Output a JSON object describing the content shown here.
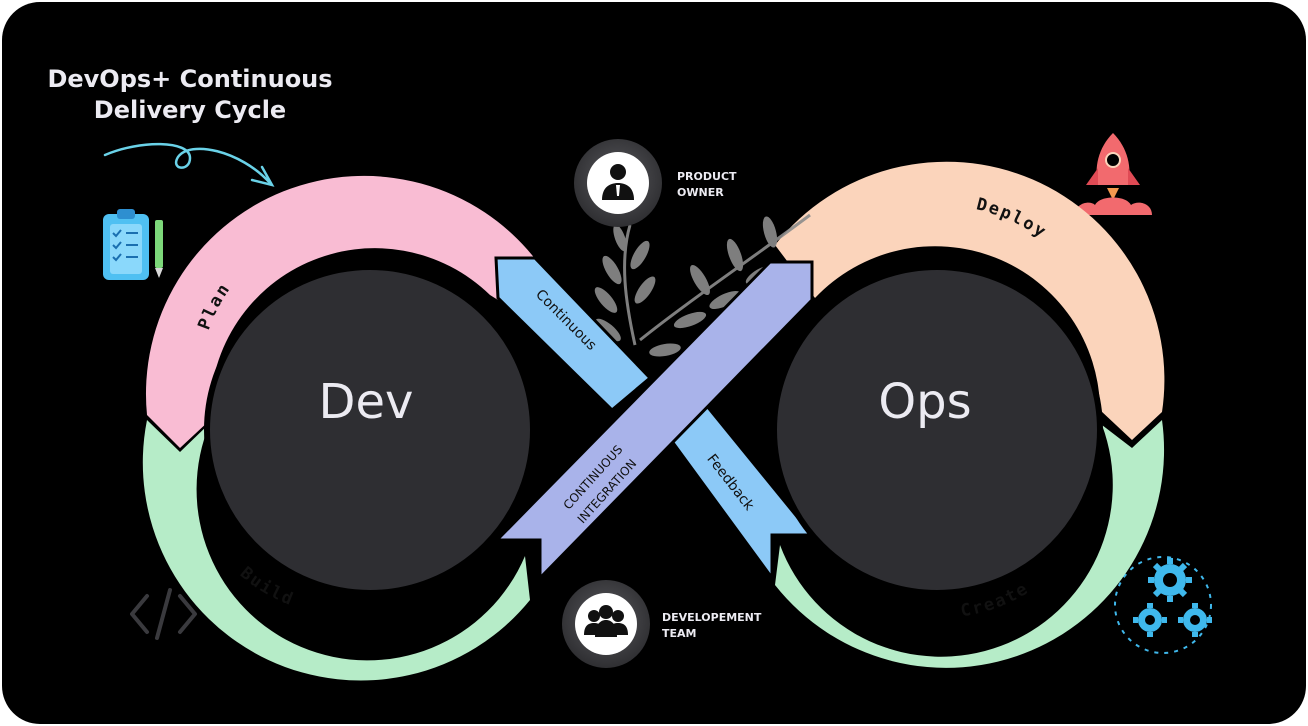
{
  "title": {
    "line1": "DevOps+ Continuous",
    "line2": "Delivery Cycle"
  },
  "loops": {
    "left_label": "Dev",
    "right_label": "Ops"
  },
  "stages": {
    "plan": "Plan",
    "build": "Build",
    "deploy": "Deploy",
    "create": "Create"
  },
  "bands": {
    "continuous": "Continuous",
    "integration_line1": "CONTINUOUS",
    "integration_line2": "INTEGRATION",
    "feedback": "Feedback"
  },
  "roles": {
    "product_owner_line1": "PRODUCT",
    "product_owner_line2": "OWNER",
    "dev_team_line1": "DEVELOPEMENT",
    "dev_team_line2": "TEAM"
  },
  "colors": {
    "background": "#000000",
    "loop_fill": "#2e2e32",
    "plan": "#f9bcd3",
    "build": "#b6ecc8",
    "deploy": "#fbd4bb",
    "create": "#b6ecc8",
    "continuous_band": "#8cc9f7",
    "integration_band": "#a9b3ea",
    "feedback_band": "#8cc9f7",
    "text_light": "#ecebf2",
    "rocket": "#f26a6e",
    "gears": "#3fb8ec",
    "clipboard": "#4fc0f2",
    "arrow": "#6ad2e8",
    "code_icon": "#3a3a3e"
  },
  "icons": [
    "clipboard-checklist-icon",
    "pencil-icon",
    "rocket-icon",
    "gears-icon",
    "code-icon",
    "person-icon",
    "team-icon",
    "leaf-branch-icon",
    "curly-arrow-icon"
  ]
}
